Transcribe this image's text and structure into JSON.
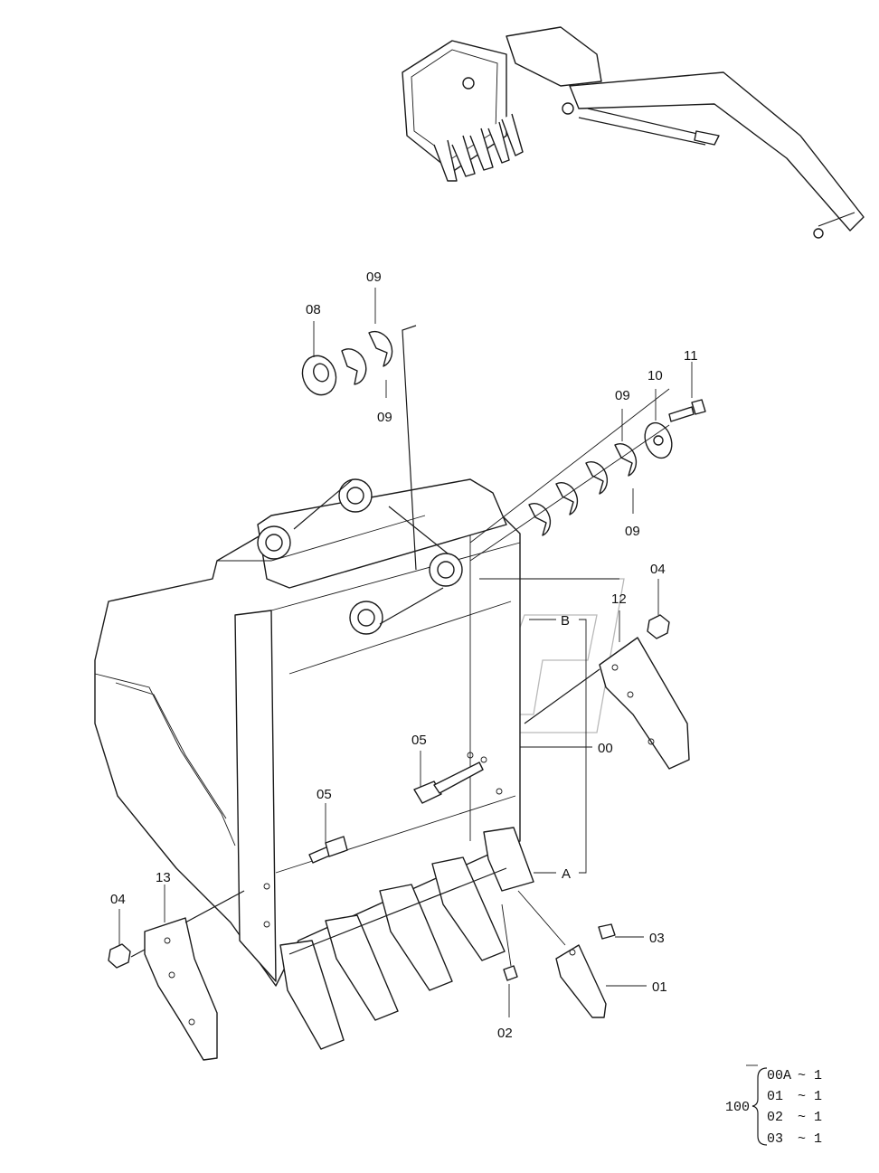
{
  "callouts": {
    "c08": "08",
    "c09_top": "09",
    "c09_bottom_left": "09",
    "c09_right_top": "09",
    "c09_right_bottom": "09",
    "c10": "10",
    "c11": "11",
    "c04_right": "04",
    "c12": "12",
    "c_B": "B",
    "c00": "00",
    "c05_mid": "05",
    "c05_left": "05",
    "c_A": "A",
    "c13": "13",
    "c04_left": "04",
    "c03": "03",
    "c01": "01",
    "c02": "02"
  },
  "legend": {
    "assembly": "100",
    "rows": [
      {
        "part": "00A",
        "qty": "~ 1"
      },
      {
        "part": "01",
        "qty": "~ 1"
      },
      {
        "part": "02",
        "qty": "~ 1"
      },
      {
        "part": "03",
        "qty": "~ 1"
      }
    ]
  }
}
